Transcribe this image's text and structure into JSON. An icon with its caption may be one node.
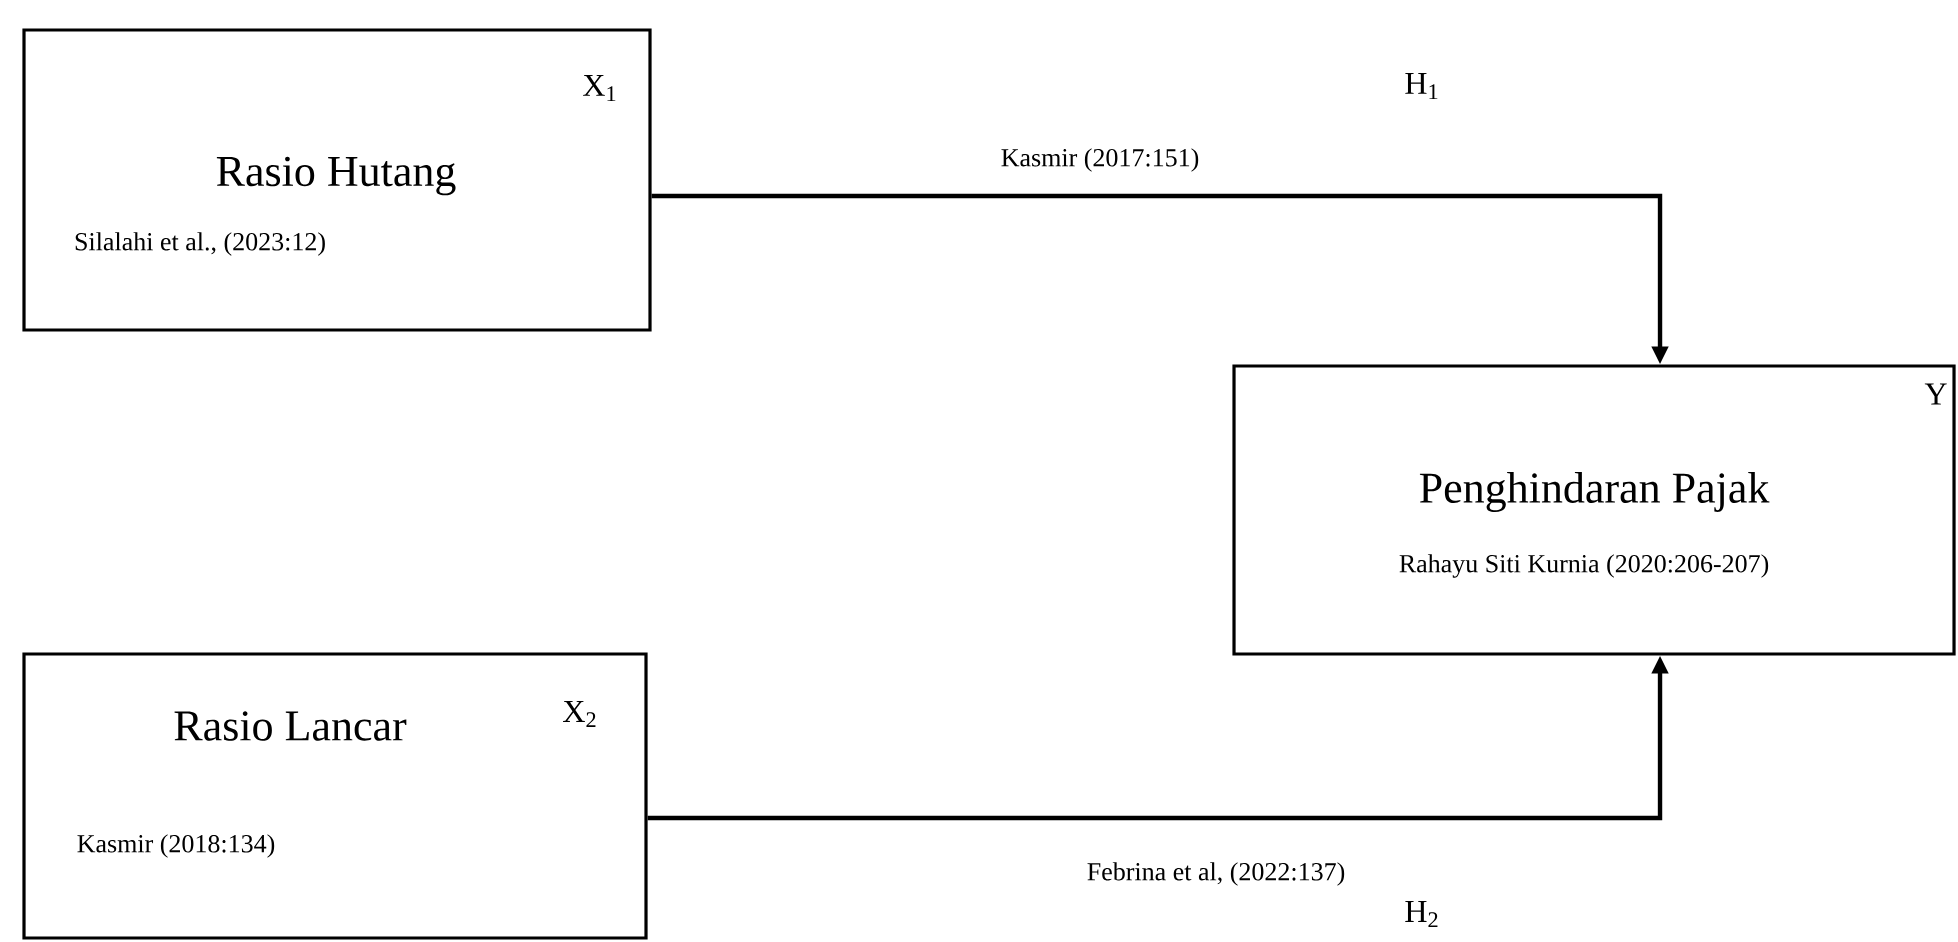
{
  "diagram": {
    "nodes": [
      {
        "text": [
          "Rasio Hutang",
          "Silalahi et al., (2023:12)",
          "X$_{1}$"
        ]
      },
      {
        "text": [
          "Rasio Lancar",
          "Kasmir (2018:134)",
          "X$_{2}$"
        ]
      },
      {
        "text": [
          "Penghindaran Pajak",
          "Rahayu Siti Kurnia (2020:206-207)",
          "Y"
        ]
      }
    ],
    "edges": [
      {
        "from": 0,
        "to": 2,
        "arrow": "to",
        "label": "Kasmir (2017:151)"
      },
      {
        "from": 1,
        "to": 2,
        "arrow": "to",
        "label": "Febrina et al, (2022:137)"
      }
    ],
    "labels": [
      "H$_{1}$",
      "H$_{2}$"
    ]
  }
}
